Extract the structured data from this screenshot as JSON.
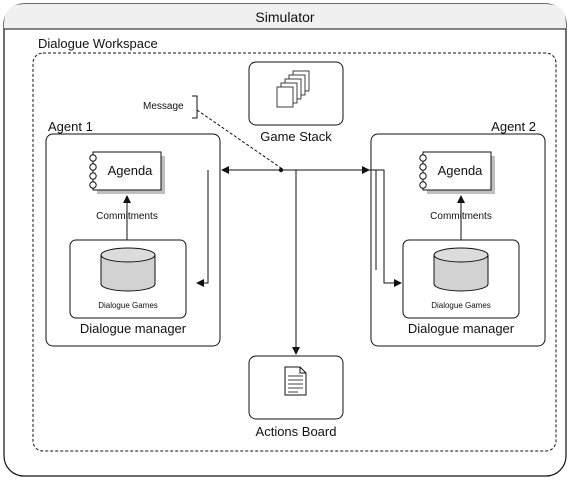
{
  "simulator": {
    "title": "Simulator"
  },
  "workspace": {
    "label": "Dialogue Workspace"
  },
  "message": {
    "label": "Message"
  },
  "game_stack": {
    "label": "Game Stack",
    "icon": "stacked-documents-icon"
  },
  "actions_board": {
    "label": "Actions Board",
    "icon": "document-icon"
  },
  "agents": [
    {
      "label": "Agent 1",
      "agenda_label": "Agenda",
      "commitments_label": "Commitments",
      "games_label": "Dialogue Games",
      "manager_label": "Dialogue manager"
    },
    {
      "label": "Agent 2",
      "agenda_label": "Agenda",
      "commitments_label": "Commitments",
      "games_label": "Dialogue Games",
      "manager_label": "Dialogue manager"
    }
  ],
  "colors": {
    "line": "#111111",
    "cylinder_fill": "#d2d2d2",
    "page_shadow": "#bfbfbf"
  }
}
